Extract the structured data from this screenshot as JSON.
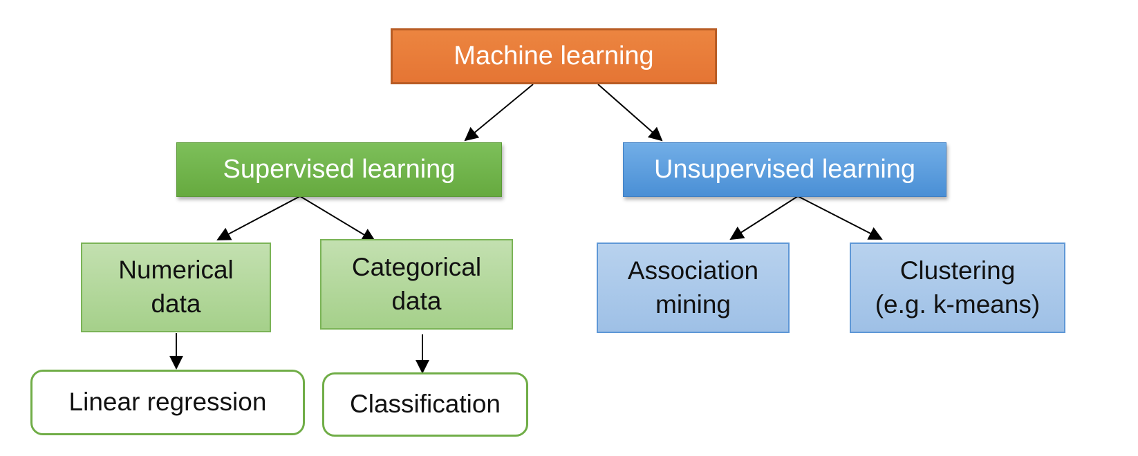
{
  "root": {
    "label": "Machine learning",
    "color": "#e97c3b"
  },
  "branches": {
    "supervised": {
      "label": "Supervised learning",
      "color": "#70ad47"
    },
    "unsupervised": {
      "label": "Unsupervised learning",
      "color": "#5b9bd5"
    }
  },
  "supervised_children": {
    "numerical": {
      "label": "Numerical\ndata"
    },
    "categorical": {
      "label": "Categorical\ndata"
    }
  },
  "unsupervised_children": {
    "association": {
      "label": "Association\nmining"
    },
    "clustering": {
      "label": "Clustering\n(e.g. k-means)"
    }
  },
  "outcomes": {
    "linear_regression": {
      "label": "Linear regression"
    },
    "classification": {
      "label": "Classification"
    }
  }
}
